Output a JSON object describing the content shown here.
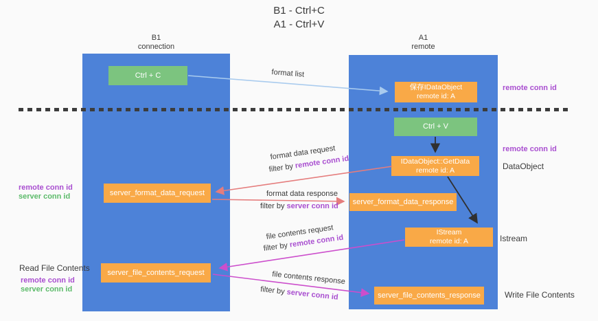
{
  "title": {
    "line1": "B1 - Ctrl+C",
    "line2": "A1 - Ctrl+V"
  },
  "columns": {
    "left": {
      "header_line1": "B1",
      "header_line2": "connection"
    },
    "right": {
      "header_line1": "A1",
      "header_line2": "remote"
    }
  },
  "nodes": {
    "ctrl_c": {
      "label": "Ctrl + C"
    },
    "save_dataobject": {
      "line1": "保存IDataObject",
      "line2": "remote id: A"
    },
    "ctrl_v": {
      "label": "Ctrl + V"
    },
    "getdata": {
      "line1": "IDataObject::GetData",
      "line2": "remote id: A"
    },
    "format_request": {
      "label": "server_format_data_request"
    },
    "format_response": {
      "label": "server_format_data_response"
    },
    "istream": {
      "line1": "IStream",
      "line2": "remote id: A"
    },
    "file_request": {
      "label": "server_file_contents_request"
    },
    "file_response": {
      "label": "server_file_contents_response"
    }
  },
  "labels": {
    "format_list": "format list",
    "format_data_request": "format data request",
    "format_data_response": "format data response",
    "file_contents_request": "file contents request",
    "file_contents_response": "file contents response",
    "filter_by": "filter by",
    "remote_conn_id": "remote conn id",
    "server_conn_id": "server conn id",
    "dataobject": "DataObject",
    "istream": "Istream",
    "read_file_contents": "Read File Contents",
    "write_file_contents": "Write File Contents"
  },
  "colors": {
    "background": "#FAFAFA",
    "column_blue": "#4D82D8",
    "node_orange": "#F9A947",
    "node_green": "#7CC47F",
    "arrow_lightblue": "#A9CBEE",
    "arrow_black": "#303030",
    "arrow_salmon": "#E57D7D",
    "arrow_magenta": "#CC4ECC",
    "text_purple": "#A94FD0",
    "text_green": "#5CBB6A",
    "divider_black": "#3C3C3C"
  }
}
